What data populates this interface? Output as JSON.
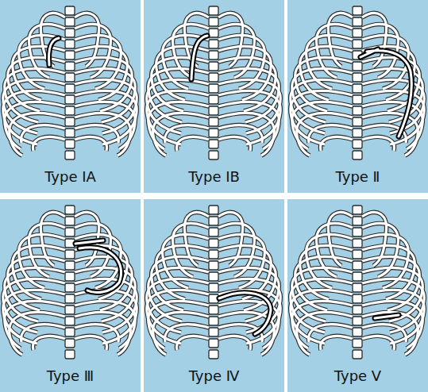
{
  "diagram": {
    "nodes": [
      {
        "text": [
          "Type IA"
        ]
      },
      {
        "text": [
          "Type IB"
        ]
      },
      {
        "text": [
          "Type Ⅱ"
        ]
      },
      {
        "text": [
          "Type Ⅲ"
        ]
      },
      {
        "text": [
          "Type Ⅳ"
        ]
      },
      {
        "text": [
          "Type Ⅴ"
        ]
      }
    ]
  }
}
